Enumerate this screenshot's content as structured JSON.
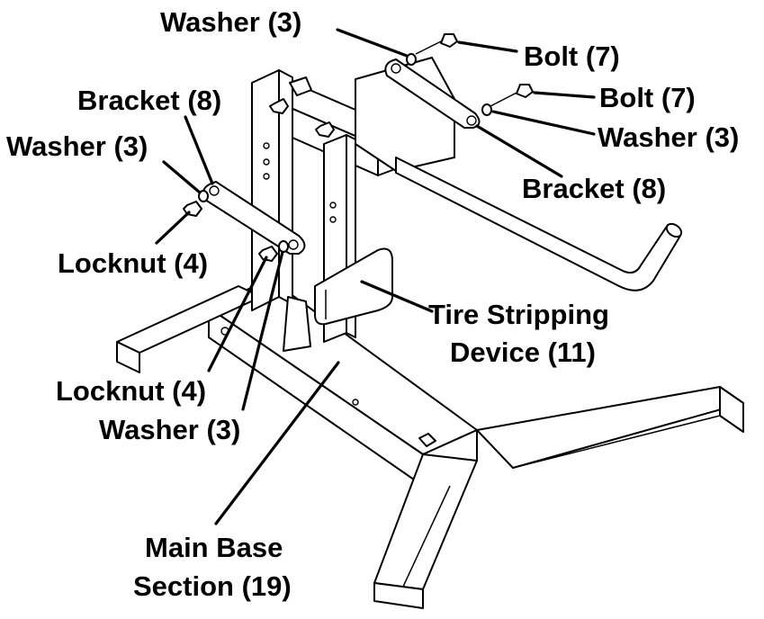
{
  "diagram": {
    "labels": {
      "washer_top": "Washer (3)",
      "bolt_upper": "Bolt (7)",
      "bolt_lower": "Bolt (7)",
      "washer_right": "Washer (3)",
      "bracket_right": "Bracket (8)",
      "bracket_left": "Bracket (8)",
      "washer_left": "Washer (3)",
      "locknut_left": "Locknut (4)",
      "tire_line1": "Tire Stripping",
      "tire_line2": "Device (11)",
      "locknut_bottom": "Locknut (4)",
      "washer_bottom": "Washer (3)",
      "base_line1": "Main Base",
      "base_line2": "Section (19)"
    }
  }
}
